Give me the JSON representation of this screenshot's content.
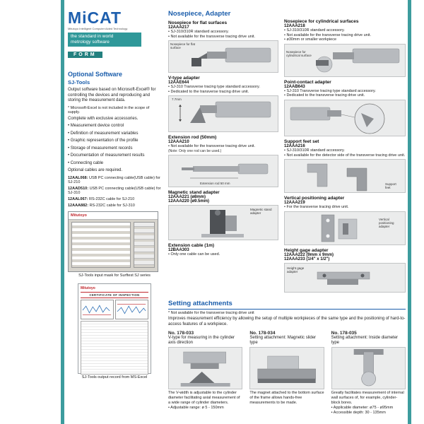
{
  "brand": {
    "logo": "MiCAT",
    "logo_sub": "Mitutoyo Intelligent Computer Aided Technology",
    "tagline1": "the standard in world",
    "tagline2": "metrology software",
    "form": "FORM"
  },
  "left": {
    "heading": "Optional Software",
    "subheading": "SJ-Tools",
    "intro": "Output software based on Microsoft-Excel® for controlling the devices and reproducing and storing the measurement data.",
    "note": "* Microsoft-Excel is not included in the scope of supply.",
    "complete": "Complete with exclusive accessories.",
    "features": [
      "• Measurement device control",
      "• Definition of measurement variables",
      "• Graphic representation of the profile",
      "• Storage of measurement records",
      "• Documentation of measurement results",
      "• Connecting cable"
    ],
    "cables_note": "Optional cables are required.",
    "cables": [
      {
        "code": "12AAL068:",
        "text": " USB PC connecting cable(USB cable) for SJ-210"
      },
      {
        "code": "12AAD510:",
        "text": " USB PC connecting cable(USB cable) for SJ-310"
      },
      {
        "code": "12AAL067:",
        "text": " RS-232C cable for SJ-210"
      },
      {
        "code": "12AAA882:",
        "text": " RS-232C cable for SJ-310"
      }
    ],
    "shot1_title": "Mitutoyo",
    "caption1": "SJ-Tools input mask for Surftest SJ series",
    "shot2_brand": "Mitutoyo",
    "shot2_title": "CERTIFICATE OF INSPECTION",
    "caption2": "SJ-Tools output record from MS-Excel"
  },
  "adapters": {
    "heading": "Nosepiece, Adapter",
    "col1": [
      {
        "title": "Nosepiece for flat surfaces",
        "code": "12AAA217",
        "bullets": [
          "• SJ-310/310R standard accessory.",
          "• Not available for the transverse tracing drive unit."
        ],
        "img_label": "Nosepiece for flat surface"
      },
      {
        "title": "V-type adapter",
        "code": "12AAE644",
        "bullets": [
          "• SJ-310 Transverse tracing type standard accessory.",
          "• Dedicated to the transverse tracing drive unit."
        ],
        "img_label": "7.7mm"
      },
      {
        "title": "Extension rod (50mm)",
        "code": "12AAA210",
        "bullets": [
          "• Not available for the transverse tracing drive unit."
        ],
        "note": "(Note: Only one rod can be used.)",
        "img_label": "Extension rod 50 mm"
      },
      {
        "title": "Magnetic stand adapter",
        "code": "12AAA221 (ø8mm)",
        "code2": "12AAA220 (ø9.5mm)",
        "img_label": "Magnetic stand adapter"
      },
      {
        "title": "Extension cable (1m)",
        "code": "12BAA303",
        "bullets": [
          "• Only one cable can be used."
        ]
      }
    ],
    "col2": [
      {
        "title": "Nosepiece for cylindrical surfaces",
        "code": "12AAA218",
        "bullets": [
          "• SJ-310/310R standard accessory.",
          "• Not available for the transverse tracing drive unit.",
          "• ø30mm or smaller workpiece"
        ],
        "img_label": "Nosepiece for cylindrical surface"
      },
      {
        "title": "Point-contact adapter",
        "code": "12AAB643",
        "bullets": [
          "• SJ-310 Transverse tracing type standard accessory.",
          "• Dedicated to the transverse tracing drive unit."
        ]
      },
      {
        "title": "Support feet set",
        "code": "12AAA216",
        "bullets": [
          "• SJ-310/310R standard accessory.",
          "• Not available for the detector side of the transverse tracing drive unit."
        ],
        "img_label": "Support feet"
      },
      {
        "title": "Vertical positioning adapter",
        "code": "12AAA219",
        "bullets": [
          "• For the transverse tracing drive unit."
        ],
        "img_label": "Vertical positioning adapter"
      },
      {
        "title": "Height gage adapter",
        "code": "12AAA222 (9mm x 9mm)",
        "code2": "12AAA233 (1/4\" x 1/2\")",
        "img_label": "Height gage adapter"
      }
    ]
  },
  "settings": {
    "heading": "Setting attachments",
    "note": "* Not available for the transverse tracing drive unit",
    "intro": "Improves measurement efficiency by allowing the setup of multiple workpieces of the same type and the positioning of hard-to-access features of a workpiece.",
    "items": [
      {
        "no": "No. 178-033",
        "title": "V-type for measuring in the cylinder axis direction",
        "desc": "The V-width is adjustable to the cylinder diameter facilitating axial measurement of a wide range of cylinder diameters.",
        "bullets": [
          "• Adjustable range: ø 5 - 150mm"
        ]
      },
      {
        "no": "No. 178-034",
        "title": "Setting attachment: Magnetic slider type",
        "desc": "The magnet attached to the bottom surface of the frame allows hands-free measurements to be made.",
        "bullets": []
      },
      {
        "no": "No. 178-035",
        "title": "Setting attachment: Inside diameter type",
        "desc": "Greatly facilitates measurement of internal wall surfaces of, for example, cylinder-block bores.",
        "bullets": [
          "• Applicable diameter: ø75 - ø95mm",
          "• Accessible depth: 30 - 135mm"
        ]
      }
    ]
  }
}
